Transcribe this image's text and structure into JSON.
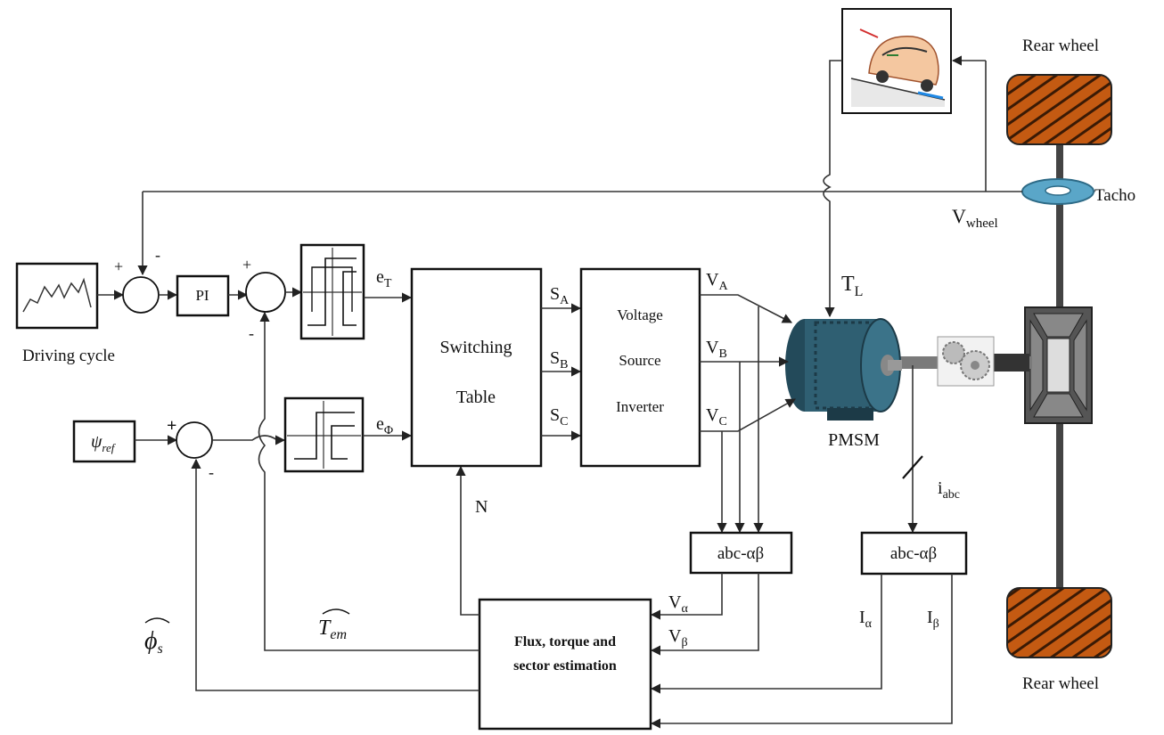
{
  "labels": {
    "rear_wheel_top": "Rear wheel",
    "rear_wheel_bottom": "Rear wheel",
    "tacho": "Tacho",
    "v_wheel_main": "V",
    "v_wheel_sub": "wheel",
    "t_l_main": "T",
    "t_l_sub": "L",
    "driving_cycle": "Driving cycle",
    "pi": "PI",
    "psi_ref_main": "ψ",
    "psi_ref_sub": "ref",
    "e_t_main": "e",
    "e_t_sub": "T",
    "e_phi_main": "e",
    "e_phi_sub": "Φ",
    "switching_line1": "Switching",
    "switching_line2": "Table",
    "s_a_main": "S",
    "s_a_sub": "A",
    "s_b_main": "S",
    "s_b_sub": "B",
    "s_c_main": "S",
    "s_c_sub": "C",
    "vsi_line1": "Voltage",
    "vsi_line2": "Source",
    "vsi_line3": "Inverter",
    "v_a_main": "V",
    "v_a_sub": "A",
    "v_b_main": "V",
    "v_b_sub": "B",
    "v_c_main": "V",
    "v_c_sub": "C",
    "pmsm": "PMSM",
    "i_abc_main": "i",
    "i_abc_sub": "abc",
    "abc_ab_left": "abc-αβ",
    "abc_ab_right": "abc-αβ",
    "n": "N",
    "v_alpha_main": "V",
    "v_alpha_sub": "α",
    "v_beta_main": "V",
    "v_beta_sub": "β",
    "i_alpha_main": "I",
    "i_alpha_sub": "α",
    "i_beta_main": "I",
    "i_beta_sub": "β",
    "estimation_line1": "Flux, torque and",
    "estimation_line2": "sector estimation",
    "t_em_main": "T",
    "t_em_sub": "em",
    "phi_s_main": "ϕ",
    "phi_s_sub": "s",
    "sign_plus_1": "+",
    "sign_minus_1": "-",
    "sign_plus_2": "+",
    "sign_minus_2": "-",
    "sign_plus_3": "+",
    "sign_minus_3": "-"
  },
  "colors": {
    "wheel_fill": "#c45a12",
    "tacho_fill": "#5aa6c8",
    "motor_body": "#2f5f72",
    "shaft": "#7a7a7a"
  }
}
